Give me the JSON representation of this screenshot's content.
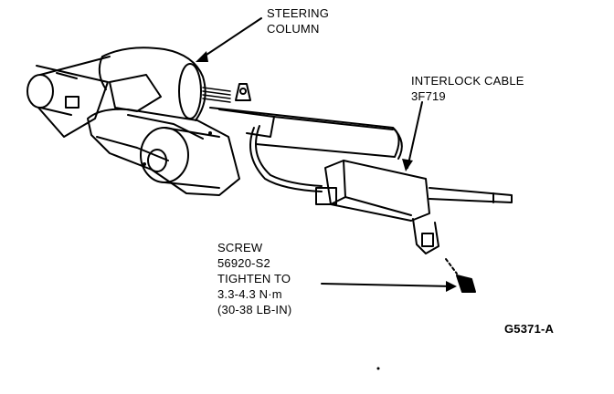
{
  "labels": {
    "steering_column": [
      "STEERING",
      "COLUMN"
    ],
    "interlock_cable": [
      "INTERLOCK CABLE",
      "3F719"
    ],
    "screw": [
      "SCREW",
      "56920-S2",
      "TIGHTEN TO",
      "3.3-4.3 N·m",
      "(30-38 LB-IN)"
    ],
    "figure_id": "G5371-A"
  },
  "colors": {
    "ink": "#000000",
    "paper": "#ffffff"
  }
}
